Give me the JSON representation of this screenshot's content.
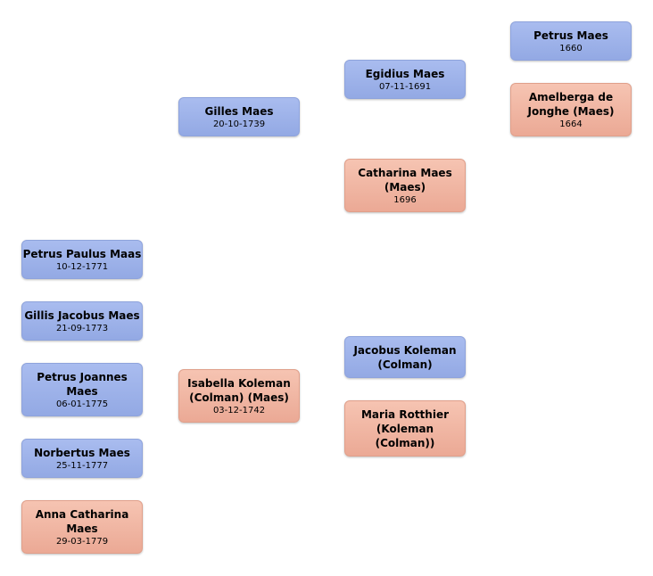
{
  "people": {
    "petrus_maes": {
      "name": "Petrus Maes",
      "date": "1660"
    },
    "amelberga": {
      "name": "Amelberga de Jonghe (Maes)",
      "date": "1664"
    },
    "egidius_maes": {
      "name": "Egidius Maes",
      "date": "07-11-1691"
    },
    "catharina_maes": {
      "name": "Catharina Maes (Maes)",
      "date": "1696"
    },
    "gilles_maes": {
      "name": "Gilles Maes",
      "date": "20-10-1739"
    },
    "jacobus_koleman": {
      "name": "Jacobus Koleman (Colman)",
      "date": ""
    },
    "maria_rotthier": {
      "name": "Maria Rotthier (Koleman (Colman))",
      "date": ""
    },
    "isabella_koleman": {
      "name": "Isabella Koleman (Colman) (Maes)",
      "date": "03-12-1742"
    },
    "petrus_paulus_maas": {
      "name": "Petrus Paulus Maas",
      "date": "10-12-1771"
    },
    "gillis_jacobus_maes": {
      "name": "Gillis Jacobus Maes",
      "date": "21-09-1773"
    },
    "petrus_joannes_maes": {
      "name": "Petrus Joannes Maes",
      "date": "06-01-1775"
    },
    "norbertus_maes": {
      "name": "Norbertus Maes",
      "date": "25-11-1777"
    },
    "anna_catharina_maes": {
      "name": "Anna Catharina Maes",
      "date": "29-03-1779"
    }
  },
  "colors": {
    "male": "#9db2ea",
    "female": "#f0b5a0"
  }
}
